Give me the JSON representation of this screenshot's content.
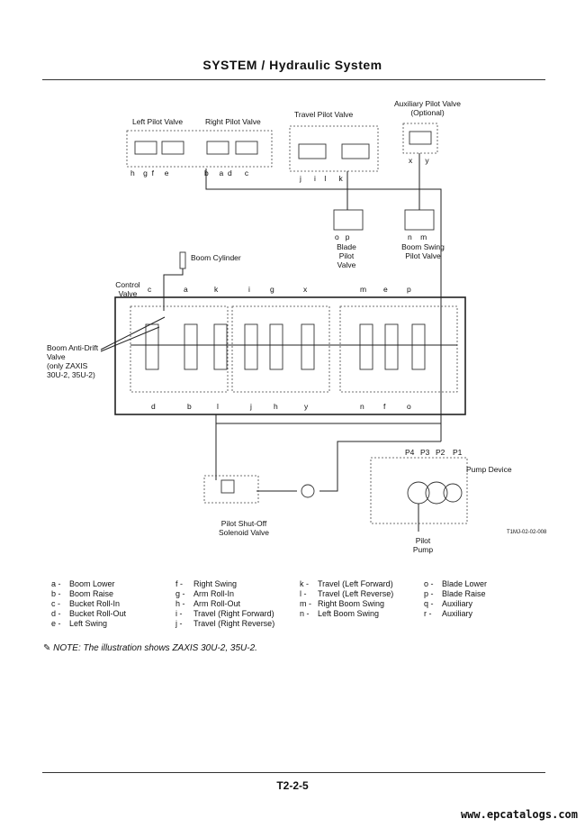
{
  "header": {
    "title": "SYSTEM / Hydraulic System"
  },
  "diagram": {
    "labels": {
      "left_pilot_valve": "Left Pilot Valve",
      "right_pilot_valve": "Right Pilot Valve",
      "travel_pilot_valve": "Travel Pilot Valve",
      "aux_pilot_valve": "Auxiliary Pilot Valve\n(Optional)",
      "blade_pilot_valve": "Blade\nPilot\nValve",
      "boom_swing_pilot_valve": "Boom Swing\nPilot Valve",
      "boom_cylinder": "Boom Cylinder",
      "control_valve": "Control\nValve",
      "boom_anti_drift": "Boom Anti-Drift\nValve\n(only ZAXIS\n30U-2, 35U-2)",
      "pump_device": "Pump Device",
      "pilot_pump": "Pilot\nPump",
      "pilot_shutoff": "Pilot   Shut-Off\nSolenoid Valve",
      "figure_id": "T1MJ-02-02-008"
    },
    "ports_left": "h    g  f     e",
    "ports_right": "b     a  d      c",
    "ports_travel": "j      i    l      k",
    "ports_aux": "x      y",
    "ports_blade": "o   p",
    "ports_boomswing": "n    m",
    "ports_cv_top": [
      "c",
      "a",
      "k",
      "i",
      "g",
      "x",
      "m",
      "e",
      "p"
    ],
    "ports_cv_bottom": [
      "d",
      "b",
      "l",
      "j",
      "h",
      "y",
      "n",
      "f",
      "o"
    ],
    "pump_ports": [
      "P4",
      "P3",
      "P2",
      "P1"
    ]
  },
  "legend": [
    [
      "a -",
      "Boom Lower"
    ],
    [
      "b -",
      "Boom Raise"
    ],
    [
      "c -",
      "Bucket Roll-In"
    ],
    [
      "d -",
      "Bucket Roll-Out"
    ],
    [
      "e -",
      "Left Swing"
    ],
    [
      "f -",
      "Right Swing"
    ],
    [
      "g -",
      "Arm Roll-In"
    ],
    [
      "h -",
      "Arm Roll-Out"
    ],
    [
      "i -",
      "Travel (Right Forward)"
    ],
    [
      "j -",
      "Travel (Right Reverse)"
    ],
    [
      "k -",
      "Travel (Left Forward)"
    ],
    [
      "l -",
      "Travel (Left Reverse)"
    ],
    [
      "m -",
      "Right Boom Swing"
    ],
    [
      "n -",
      "Left Boom Swing"
    ],
    [
      "o -",
      "Blade Lower"
    ],
    [
      "p -",
      "Blade Raise"
    ],
    [
      "q -",
      "Auxiliary"
    ],
    [
      "r -",
      "Auxiliary"
    ]
  ],
  "note": "NOTE: The illustration shows ZAXIS 30U-2, 35U-2.",
  "footer": {
    "page": "T2-2-5",
    "url": "www.epcatalogs.com"
  }
}
